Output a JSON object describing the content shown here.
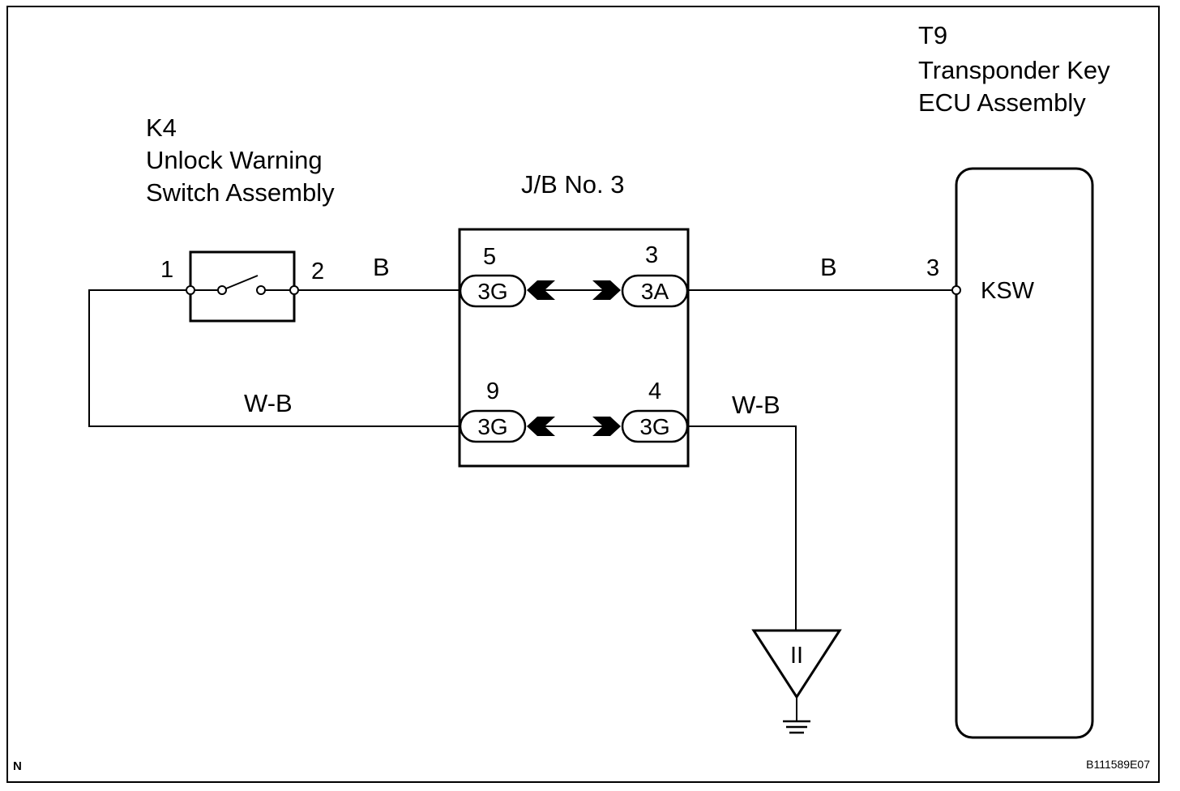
{
  "components": {
    "switch": {
      "code": "K4",
      "name_line1": "Unlock Warning",
      "name_line2": "Switch Assembly",
      "pin_left": "1",
      "pin_right": "2"
    },
    "junction_block": {
      "title": "J/B No. 3"
    },
    "ecu": {
      "code": "T9",
      "name_line1": "Transponder Key",
      "name_line2": "ECU Assembly",
      "pin": "3",
      "terminal": "KSW"
    }
  },
  "connectors": {
    "top_left": {
      "pin": "5",
      "code": "3G"
    },
    "top_right": {
      "pin": "3",
      "code": "3A"
    },
    "bottom_left": {
      "pin": "9",
      "code": "3G"
    },
    "bottom_right": {
      "pin": "4",
      "code": "3G"
    }
  },
  "wires": {
    "switch_to_jb": "B",
    "jb_to_ecu": "B",
    "switch_return": "W-B",
    "jb_to_ground": "W-B"
  },
  "ground": {
    "symbol": "II"
  },
  "footer": {
    "corner_left": "N",
    "corner_right": "B111589E07"
  }
}
